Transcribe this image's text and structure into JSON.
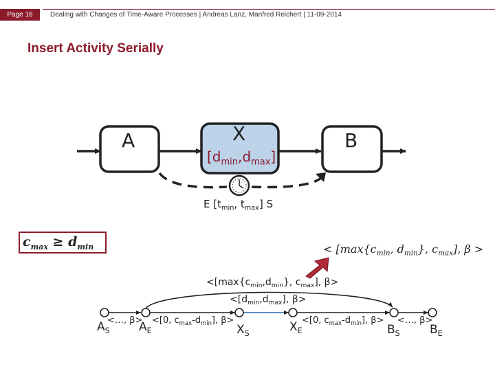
{
  "header": {
    "page_label": "Page 16",
    "subtitle": "Dealing with Changes of Time-Aware Processes | Andreas Lanz, Manfred Reichert | 11-09-2014"
  },
  "slide": {
    "title": "Insert Activity Serially"
  },
  "process_model": {
    "activity_a": "A",
    "activity_x": "X",
    "activity_x_interval": {
      "open": "[d",
      "sub1": "min",
      "sep": ",d",
      "sub2": "max",
      "close": "]"
    },
    "activity_b": "B",
    "time_lag": {
      "prefix": "E [t",
      "sub1": "min",
      "sep": ", t",
      "sub2": "max",
      "suffix": "] S"
    }
  },
  "formula": {
    "lhs": "c",
    "lhs_sub": "max",
    "op": "≥",
    "rhs": "d",
    "rhs_sub": "min"
  },
  "annotation": {
    "text_a": "< [max{c",
    "sub1": "min",
    "text_b": ", d",
    "sub2": "min",
    "text_c": "}, c",
    "sub3": "max",
    "text_d": "], β >"
  },
  "stn": {
    "top_edge": {
      "a": "<[max{c",
      "s1": "min",
      "b": ",d",
      "s2": "min",
      "c": "}, c",
      "s3": "max",
      "d": "], β>"
    },
    "x_edge": {
      "a": "<[d",
      "s1": "min",
      "b": ",d",
      "s2": "max",
      "c": "], β>"
    },
    "nodes": [
      {
        "main": "A",
        "sub": "S"
      },
      {
        "main": "A",
        "sub": "E"
      },
      {
        "main": "X",
        "sub": "S"
      },
      {
        "main": "X",
        "sub": "E"
      },
      {
        "main": "B",
        "sub": "S"
      },
      {
        "main": "B",
        "sub": "E"
      }
    ],
    "edge_labels": {
      "as_ae": "<…, β>",
      "ae_xs": {
        "a": "<[0, c",
        "s1": "max",
        "b": "-d",
        "s2": "min",
        "c": "], β>"
      },
      "xe_bs": {
        "a": "<[0, c",
        "s1": "max",
        "b": "-d",
        "s2": "min",
        "c": "], β>"
      },
      "bs_be": "<…, β>"
    }
  },
  "colors": {
    "brand": "#8b1b2b",
    "activity_fill": "#bcd3ea",
    "node_stroke": "#222222",
    "arrow_fill": "#b02a35"
  }
}
